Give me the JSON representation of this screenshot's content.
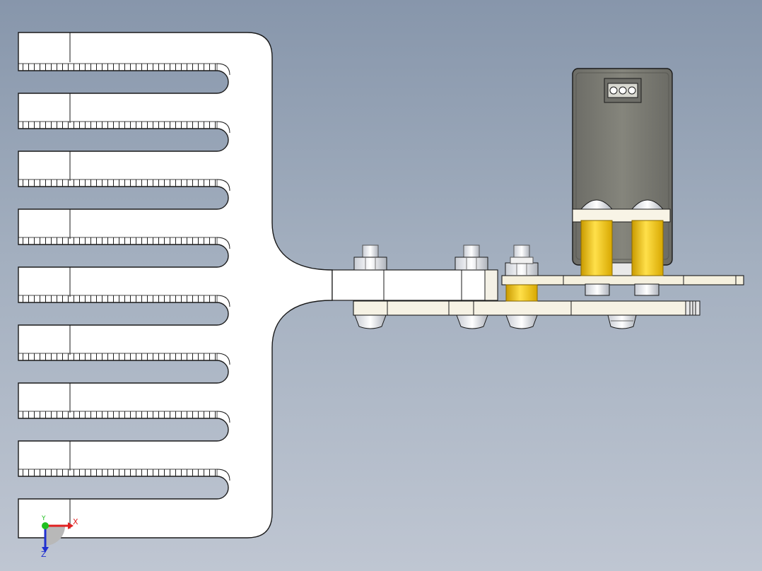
{
  "viewport": {
    "colors": {
      "background_top": "#8796ab",
      "background_bottom": "#bfc6d2",
      "part_fill": "#ffffff",
      "part_edge": "#1a1a1a",
      "servo_body": "#7a7a72",
      "brass_spacer": "#f0c419",
      "bracket_plate": "#f5f0de"
    }
  },
  "triad": {
    "x_label": "X",
    "y_label": "Y",
    "z_label": "Z",
    "x_color": "#e02020",
    "y_color": "#20c020",
    "z_color": "#2030d0"
  }
}
